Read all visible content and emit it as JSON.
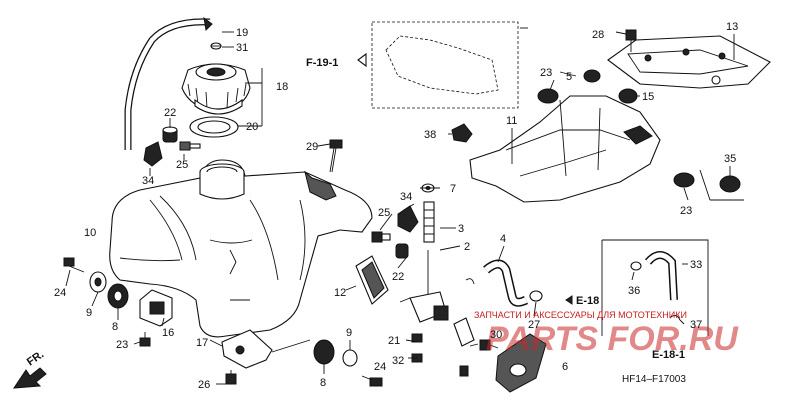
{
  "diagram": {
    "code": "HF14–F17003",
    "refs": {
      "f19": "F-19-1",
      "e18": "E-18",
      "e181": "E-18-1",
      "fr": "FR."
    },
    "watermark": {
      "brand": "PARTS FOR.RU",
      "slogan": "ЗАПЧАСТИ И АКСЕССУАРЫ ДЛЯ МОТОТЕХНИКИ"
    },
    "labels": {
      "l19": "19",
      "l31": "31",
      "l18": "18",
      "l20": "20",
      "l22a": "22",
      "l25a": "25",
      "l34a": "34",
      "l29": "29",
      "l10": "10",
      "l24a": "24",
      "l9a": "9",
      "l8a": "8",
      "l16": "16",
      "l23a": "23",
      "l17": "17",
      "l26": "26",
      "l9b": "9",
      "l8b": "8",
      "l24b": "24",
      "l12": "12",
      "l34b": "34",
      "l7": "7",
      "l25b": "25",
      "l3": "3",
      "l22b": "22",
      "l2": "2",
      "l4": "4",
      "l21": "21",
      "l32": "32",
      "l30": "30",
      "l27": "27",
      "l5": "5",
      "l6": "6",
      "l28": "28",
      "l13": "13",
      "l23b": "23",
      "l15": "15",
      "l38": "38",
      "l11": "11",
      "l35": "35",
      "l23c": "23",
      "l36": "36",
      "l33": "33",
      "l37": "37"
    }
  }
}
